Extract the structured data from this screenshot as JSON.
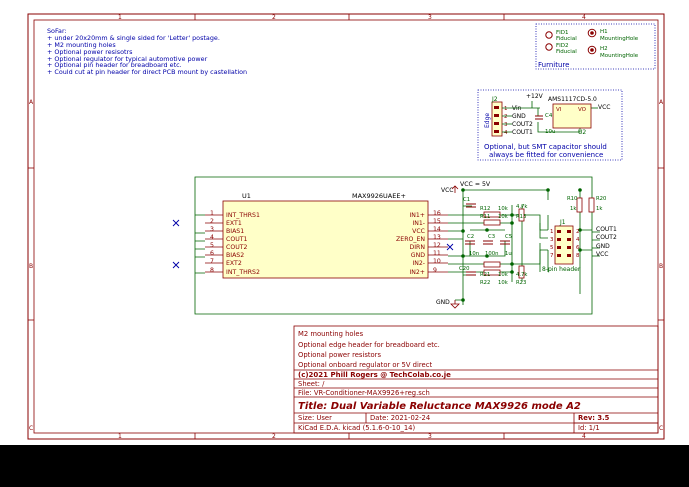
{
  "sheet": {
    "col_labels": [
      "1",
      "2",
      "3",
      "4"
    ],
    "row_labels": [
      "A",
      "B",
      "C"
    ]
  },
  "notes": {
    "lines": [
      "SoFar:",
      "+ under 20x20mm & single sided for 'Letter' postage.",
      "+ M2 mounting holes",
      "+ Optional power resisotrs",
      "+ Optional regulator for typical automotive power",
      "+ Optional pin header for breadboard etc.",
      "+ Could cut at pin header for direct PCB mount by castellation"
    ]
  },
  "furniture": {
    "title": "Furniture",
    "items": [
      {
        "ref": "FID1",
        "value": "Fiducial"
      },
      {
        "ref": "FID2",
        "value": "Fiducial"
      },
      {
        "ref": "H1",
        "value": "MountingHole"
      },
      {
        "ref": "H2",
        "value": "MountingHole"
      }
    ]
  },
  "regulator": {
    "edge_label": "Edge",
    "header_ref": "J2",
    "header_pins": [
      "Vin",
      "GND",
      "COUT2",
      "COUT1"
    ],
    "pin_numbers": [
      "1",
      "2",
      "3",
      "4"
    ],
    "supply": "+12V",
    "reg_part": "AMS1117CD-5.0",
    "reg_ref": "U2",
    "reg_vi": "VI",
    "reg_vo": "VO",
    "vcc": "VCC",
    "c_ref": "C4",
    "c_value": "10u",
    "note_lines": [
      "Optional, but SMT capacitor should",
      "always be fitted for convenience"
    ]
  },
  "ic": {
    "ref": "U1",
    "part": "MAX9926UAEE+",
    "left_pins": [
      {
        "num": "1",
        "name": "INT_THRS1"
      },
      {
        "num": "2",
        "name": "EXT1"
      },
      {
        "num": "3",
        "name": "BIAS1"
      },
      {
        "num": "4",
        "name": "COUT1"
      },
      {
        "num": "5",
        "name": "COUT2"
      },
      {
        "num": "6",
        "name": "BIAS2"
      },
      {
        "num": "7",
        "name": "EXT2"
      },
      {
        "num": "8",
        "name": "INT_THRS2"
      }
    ],
    "right_pins": [
      {
        "num": "16",
        "name": "IN1+"
      },
      {
        "num": "15",
        "name": "IN1-"
      },
      {
        "num": "14",
        "name": "VCC"
      },
      {
        "num": "13",
        "name": "ZERO_EN"
      },
      {
        "num": "12",
        "name": "DIRN"
      },
      {
        "num": "11",
        "name": "GND"
      },
      {
        "num": "10",
        "name": "IN2-"
      },
      {
        "num": "9",
        "name": "IN2+"
      }
    ]
  },
  "passives": {
    "vcc_net": "VCC = 5V",
    "vcc_label": "VCC",
    "gnd_label": "GND",
    "labels": [
      "C1",
      "R12",
      "10k",
      "R11",
      "10k",
      "4.7k",
      "R13",
      "C2",
      "C3",
      "C5",
      "10n",
      "100n",
      "1u",
      "C20",
      "R21",
      "10k",
      "R22",
      "10k",
      "4.7k",
      "R23",
      "R10",
      "1k",
      "R20",
      "1k"
    ]
  },
  "connector": {
    "ref": "J1",
    "label": "8-pin header",
    "pins": [
      "1",
      "2",
      "3",
      "4",
      "5",
      "6",
      "7",
      "8"
    ],
    "nets": [
      "COUT1",
      "COUT2",
      "GND",
      "VCC"
    ]
  },
  "notes2": {
    "lines": [
      "M2 mounting holes",
      "Optional edge header for breadboard etc.",
      "Optional power resistors",
      "Optional onboard regulator or 5V direct"
    ]
  },
  "title_block": {
    "copyright": "(c)2021 Phill Rogers @ TechColab.co.je",
    "sheet": "Sheet: /",
    "file": "File: VR-Conditioner-MAX9926+reg.sch",
    "title": "Title: Dual Variable Reluctance MAX9926 mode A2",
    "size": "Size: User",
    "date": "Date: 2021-02-24",
    "rev": "Rev: 3.5",
    "tool": "KiCad E.D.A.  kicad (5.1.6-0-10_14)",
    "id": "Id: 1/1"
  }
}
